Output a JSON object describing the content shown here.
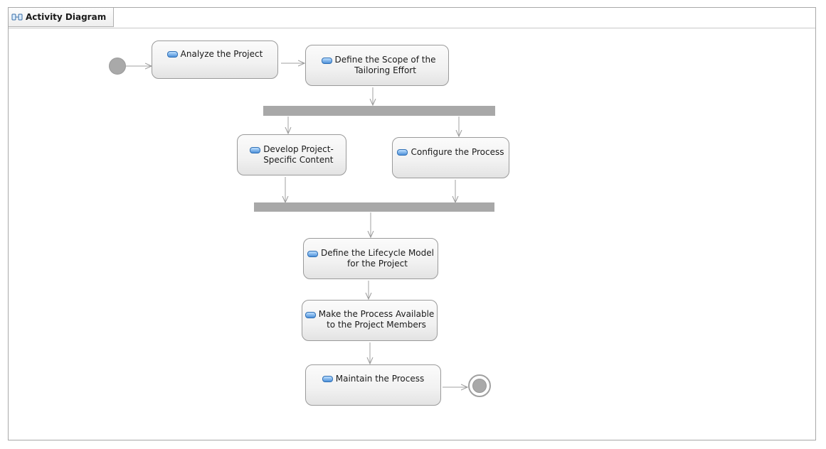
{
  "diagram": {
    "tab_title": "Activity Diagram",
    "nodes": {
      "analyze": "Analyze the Project",
      "define_scope_1": "Define the Scope of the",
      "define_scope_2": "Tailoring Effort",
      "develop_1": "Develop Project-",
      "develop_2": "Specific Content",
      "configure": "Configure the Process",
      "lifecycle_1": "Define the Lifecycle Model",
      "lifecycle_2": "for the Project",
      "available_1": "Make the Process Available",
      "available_2": "to the Project Members",
      "maintain": "Maintain the Process"
    },
    "icons": {
      "tab": "activity-diagram-icon",
      "action": "action-icon"
    },
    "colors": {
      "border": "#9a9a9a",
      "bar": "#a8a8a8",
      "edge": "#a0a0a0",
      "action_icon": "#4d90d9"
    }
  }
}
